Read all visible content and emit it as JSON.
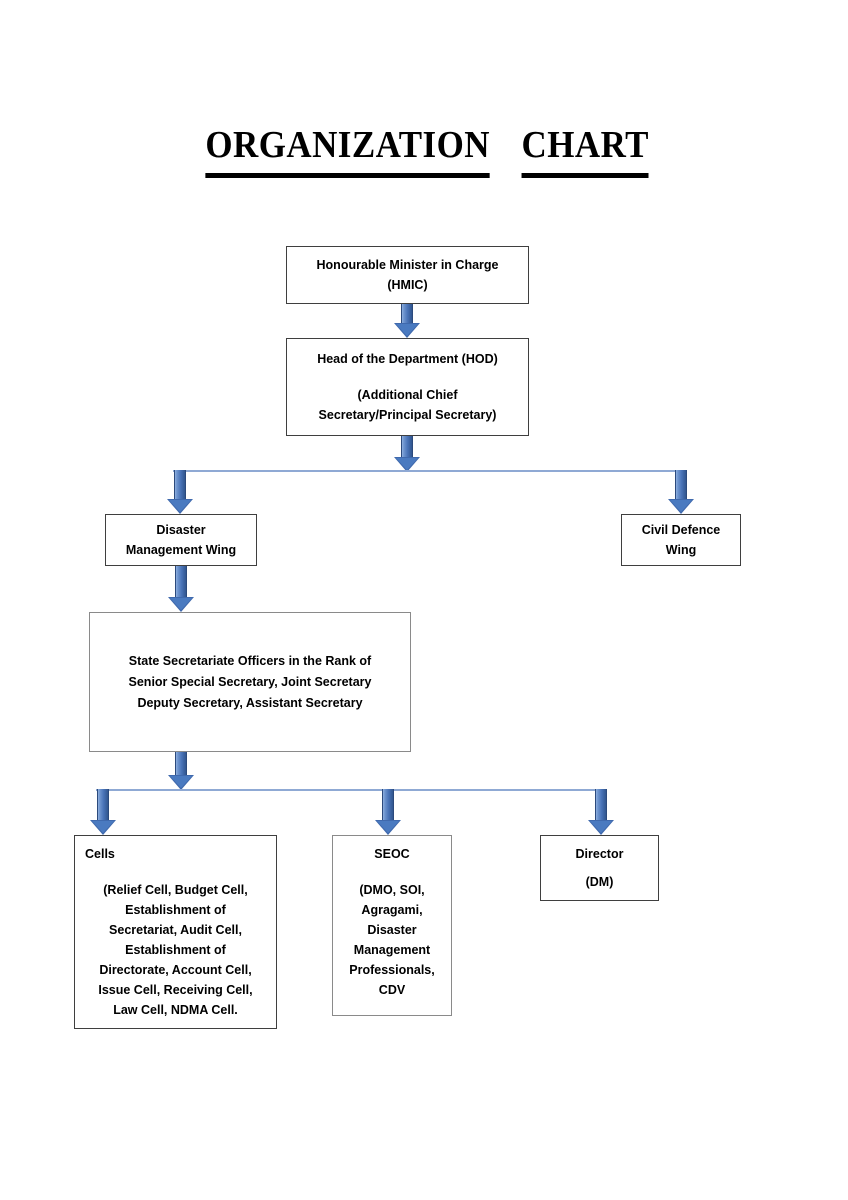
{
  "document": {
    "title_words": [
      "Organization",
      "Chart"
    ]
  },
  "chart_data": {
    "type": "diagram",
    "title": "Organization Chart",
    "nodes": [
      {
        "id": "hmic",
        "lines": [
          "Honourable Minister in Charge",
          "(HMIC)"
        ]
      },
      {
        "id": "hod",
        "lines": [
          "Head of the Department (HOD)",
          "(Additional Chief",
          "Secretary/Principal Secretary)"
        ]
      },
      {
        "id": "dm-wing",
        "lines": [
          "Disaster",
          "Management Wing"
        ]
      },
      {
        "id": "cd-wing",
        "lines": [
          "Civil Defence",
          "Wing"
        ]
      },
      {
        "id": "state-officers",
        "lines": [
          "State Secretariate Officers in the Rank of",
          "Senior Special Secretary, Joint Secretary",
          "Deputy Secretary, Assistant Secretary"
        ]
      },
      {
        "id": "cells",
        "heading": "Cells",
        "lines": [
          "(Relief Cell, Budget Cell,",
          "Establishment of",
          "Secretariat, Audit Cell,",
          "Establishment of",
          "Directorate, Account Cell,",
          "Issue Cell, Receiving Cell,",
          "Law Cell, NDMA Cell."
        ]
      },
      {
        "id": "seoc",
        "heading": "SEOC",
        "lines": [
          "(DMO, SOI,",
          "Agragami,",
          "Disaster",
          "Management",
          "Professionals,",
          "CDV"
        ]
      },
      {
        "id": "director",
        "heading": "Director",
        "lines": [
          "(DM)"
        ]
      }
    ],
    "edges": [
      {
        "from": "hmic",
        "to": "hod"
      },
      {
        "from": "hod",
        "to": "dm-wing"
      },
      {
        "from": "hod",
        "to": "cd-wing"
      },
      {
        "from": "dm-wing",
        "to": "state-officers"
      },
      {
        "from": "state-officers",
        "to": "cells"
      },
      {
        "from": "state-officers",
        "to": "seoc"
      },
      {
        "from": "state-officers",
        "to": "director"
      }
    ],
    "colors": {
      "arrow": "#4a7ac0",
      "arrow_outline": "#2c4a7c",
      "connector_line": "#8fa9d4",
      "box_border": "#3f3f3f",
      "text": "#000000",
      "background": "#ffffff"
    }
  },
  "nodes": {
    "hmic": {
      "line1": "Honourable Minister in Charge",
      "line2": "(HMIC)"
    },
    "hod": {
      "line1": "Head of the Department (HOD)",
      "line2": "(Additional Chief",
      "line3": "Secretary/Principal Secretary)"
    },
    "dm_wing": {
      "line1": "Disaster",
      "line2": "Management Wing"
    },
    "cd_wing": {
      "line1": "Civil Defence",
      "line2": "Wing"
    },
    "state_officers": {
      "line1": "State Secretariate Officers in the Rank of",
      "line2": "Senior Special Secretary, Joint Secretary",
      "line3": "Deputy Secretary, Assistant Secretary"
    },
    "cells": {
      "heading": "Cells",
      "line1": "(Relief Cell, Budget Cell,",
      "line2": "Establishment of",
      "line3": "Secretariat, Audit Cell,",
      "line4": "Establishment of",
      "line5": "Directorate, Account Cell,",
      "line6": "Issue Cell, Receiving Cell,",
      "line7": "Law Cell, NDMA Cell."
    },
    "seoc": {
      "heading": "SEOC",
      "line1": "(DMO, SOI,",
      "line2": "Agragami,",
      "line3": "Disaster",
      "line4": "Management",
      "line5": "Professionals,",
      "line6": "CDV"
    },
    "director": {
      "heading": "Director",
      "line1": "(DM)"
    }
  }
}
